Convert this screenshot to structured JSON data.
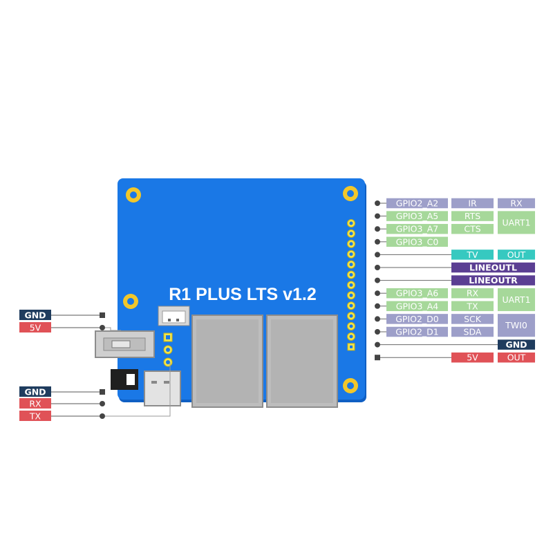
{
  "board": {
    "title": "R1 PLUS LTS v1.2",
    "colors": {
      "pcb": "#1a78e6",
      "pcb_shadow": "#0f5fc4",
      "hole": "#f2c72a",
      "port": "#a8a8a8"
    }
  },
  "label_colors": {
    "gpio": "#a6d89a",
    "gpio_active": "#9d9fc9",
    "func": "#9d9fc9",
    "tv": "#36c9c0",
    "audio": "#5b3f93",
    "gnd": "#1f3c5e",
    "power": "#e05257"
  },
  "left_pins": {
    "top": [
      {
        "label": "GND",
        "kind": "gnd"
      },
      {
        "label": "5V",
        "kind": "power"
      }
    ],
    "debug": [
      {
        "label": "GND",
        "kind": "gnd"
      },
      {
        "label": "RX",
        "kind": "power"
      },
      {
        "label": "TX",
        "kind": "power"
      }
    ]
  },
  "header_rows": [
    {
      "gpio": "GPIO2_A2",
      "gpio_kind": "gpio_active",
      "func": "IR",
      "func_kind": "func",
      "group": "RX",
      "group_kind": "func"
    },
    {
      "gpio": "GPIO3_A5",
      "gpio_kind": "gpio",
      "func": "RTS",
      "func_kind": "gpio",
      "group": "UART1",
      "group_kind": "gpio"
    },
    {
      "gpio": "GPIO3_A7",
      "gpio_kind": "gpio",
      "func": "CTS",
      "func_kind": "gpio",
      "group": "",
      "group_kind": ""
    },
    {
      "gpio": "GPIO3_C0",
      "gpio_kind": "gpio",
      "func": "",
      "func_kind": "",
      "group": "",
      "group_kind": ""
    },
    {
      "gpio": "",
      "gpio_kind": "",
      "func": "TV",
      "func_kind": "tv",
      "group": "OUT",
      "group_kind": "tv"
    },
    {
      "gpio": "",
      "gpio_kind": "",
      "func": "LINEOUTL",
      "func_kind": "audio",
      "group": "",
      "group_kind": ""
    },
    {
      "gpio": "",
      "gpio_kind": "",
      "func": "LINEOUTR",
      "func_kind": "audio",
      "group": "",
      "group_kind": ""
    },
    {
      "gpio": "GPIO3_A6",
      "gpio_kind": "gpio",
      "func": "RX",
      "func_kind": "gpio",
      "group": "UART1",
      "group_kind": "gpio"
    },
    {
      "gpio": "GPIO3_A4",
      "gpio_kind": "gpio",
      "func": "TX",
      "func_kind": "gpio",
      "group": "",
      "group_kind": ""
    },
    {
      "gpio": "GPIO2_D0",
      "gpio_kind": "gpio_active",
      "func": "SCK",
      "func_kind": "func",
      "group": "TWI0",
      "group_kind": "func"
    },
    {
      "gpio": "GPIO2_D1",
      "gpio_kind": "gpio_active",
      "func": "SDA",
      "func_kind": "func",
      "group": "",
      "group_kind": ""
    },
    {
      "gpio": "",
      "gpio_kind": "",
      "func": "",
      "func_kind": "",
      "group": "GND",
      "group_kind": "gnd"
    },
    {
      "gpio": "",
      "gpio_kind": "",
      "func": "5V",
      "func_kind": "power",
      "group": "OUT",
      "group_kind": "power"
    }
  ]
}
